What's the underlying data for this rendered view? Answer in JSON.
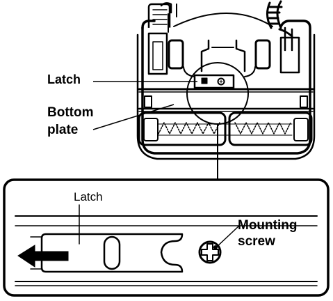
{
  "labels": {
    "latch_top": "Latch",
    "bottom_plate": "Bottom plate",
    "latch_detail": "Latch",
    "mounting_screw": "Mounting screw"
  },
  "colors": {
    "ink": "#000000",
    "paper": "#ffffff"
  },
  "icons": {
    "arrow": "left-arrow-icon",
    "screw": "phillips-screw-icon"
  }
}
